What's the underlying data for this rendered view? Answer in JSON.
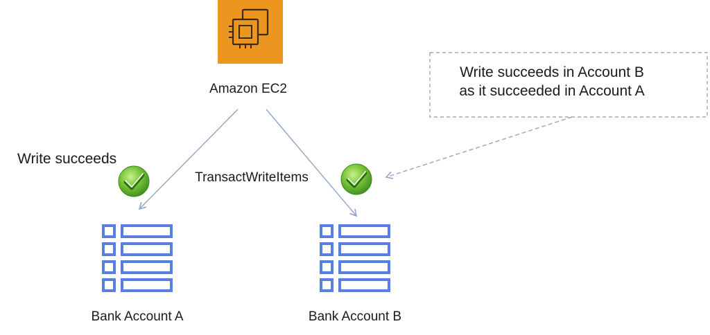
{
  "ec2": {
    "label": "Amazon EC2",
    "icon": "ec2-chip-icon",
    "color": "#EC961F"
  },
  "operation": {
    "label": "TransactWriteItems"
  },
  "account_a": {
    "label": "Bank Account A",
    "status": "Write succeeds",
    "icon": "table-icon"
  },
  "account_b": {
    "label": "Bank Account B",
    "icon": "table-icon"
  },
  "callout": {
    "line1": "Write succeeds in Account B",
    "line2": "as it succeeded in Account A"
  },
  "colors": {
    "table": "#5A7FE3",
    "arrow": "#8FA4C8",
    "callout_border": "#9AABB8",
    "check_green": "#4FA52A"
  }
}
